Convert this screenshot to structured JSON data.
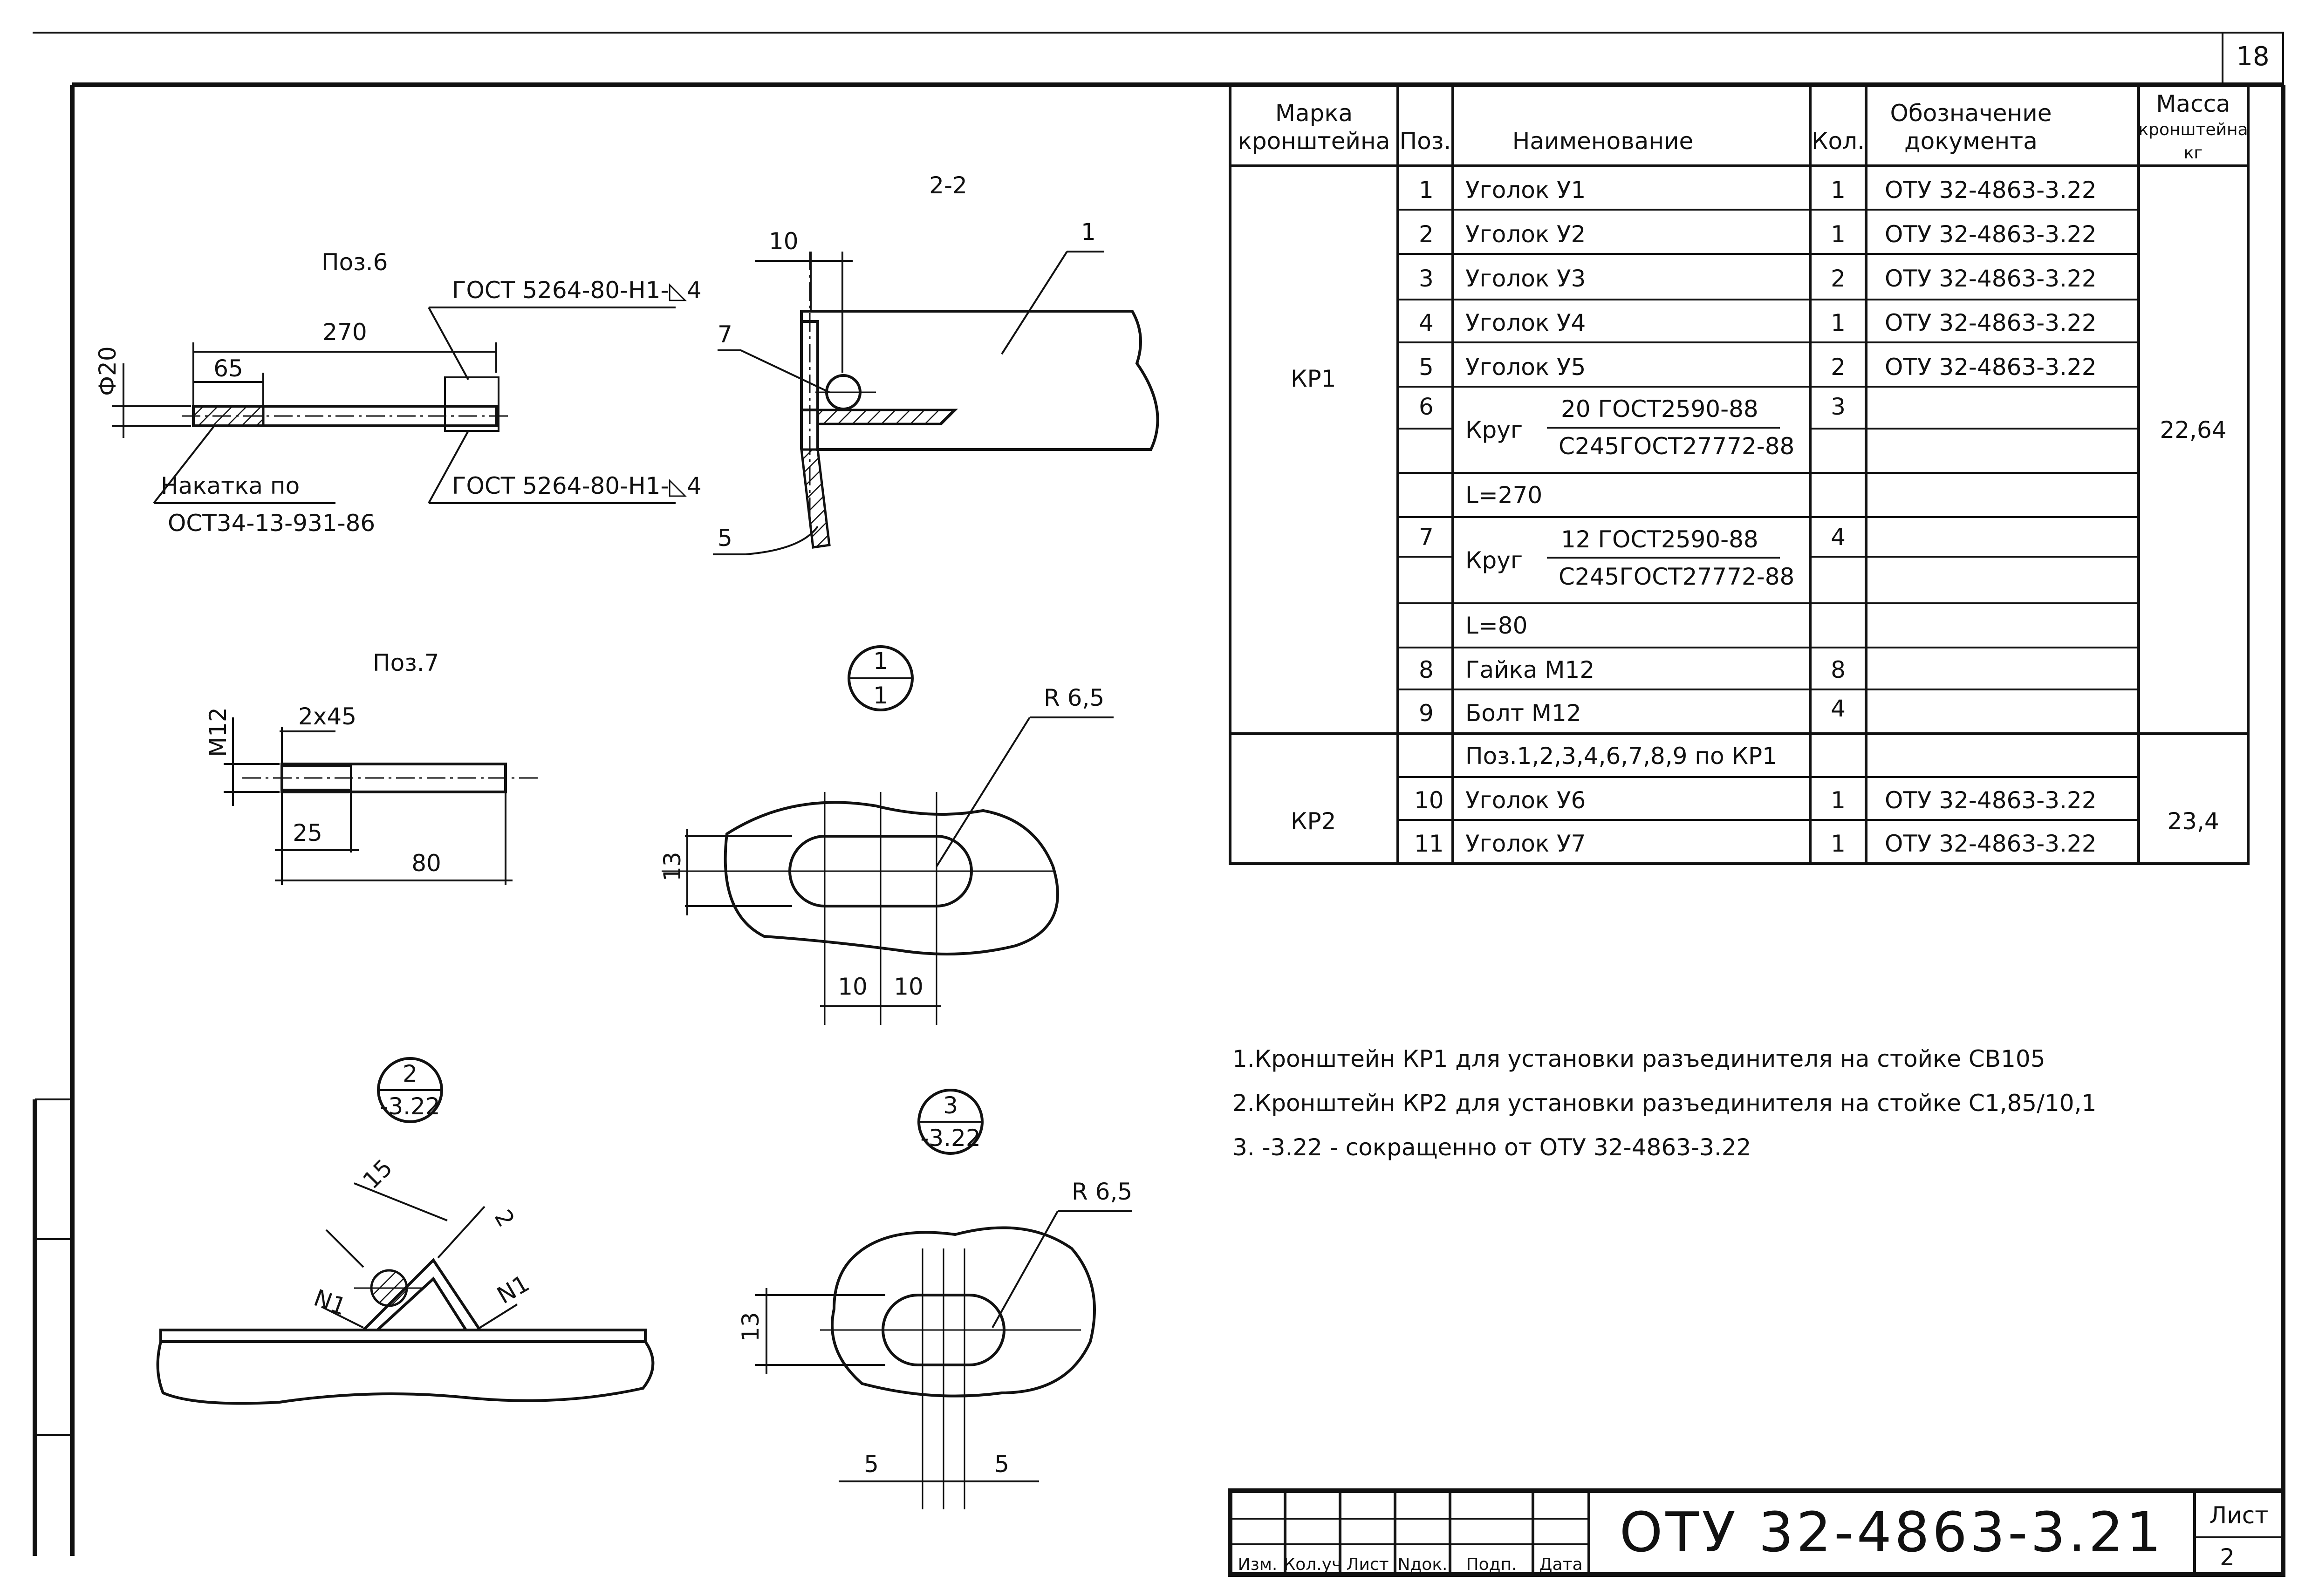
{
  "sheet_number_corner": "18",
  "drawings": {
    "pos6": {
      "title": "Поз.6",
      "dim_total": "270",
      "dim_knurl": "65",
      "dim_diameter": "Ф20",
      "weld_top": "ГОСТ 5264-80-Н1-◺4",
      "weld_bottom": "ГОСТ 5264-80-Н1-◺4",
      "note_line1": "Накатка по",
      "note_line2": "ОСТ34-13-931-86"
    },
    "section22": {
      "title": "2-2",
      "dim_top": "10",
      "callout_1": "1",
      "callout_7": "7",
      "callout_5": "5"
    },
    "pos7": {
      "title": "Поз.7",
      "dim_chamfer": "2х45",
      "dim_thread": "М12",
      "dim_thread_len": "25",
      "dim_total": "80"
    },
    "view1": {
      "bubble_top": "1",
      "bubble_bottom": "1",
      "radius": "R 6,5",
      "dim_height": "13",
      "dim_left": "10",
      "dim_right": "10"
    },
    "view2": {
      "bubble_top": "2",
      "bubble_bottom": "-3.22",
      "dim_leg": "15",
      "dim_weld": "2",
      "weld_left": "N1",
      "weld_right": "N1"
    },
    "view3": {
      "bubble_top": "3",
      "bubble_bottom": "-3.22",
      "radius": "R 6,5",
      "dim_height": "13",
      "dim_left": "5",
      "dim_right": "5"
    }
  },
  "spec_table": {
    "headers": {
      "mark": [
        "Марка",
        "кронштейна"
      ],
      "pos": "Поз.",
      "name": "Наименование",
      "qty": "Кол.",
      "doc": [
        "Обозначение",
        "документа"
      ],
      "mass": [
        "Масса",
        "кронштейна",
        "кг"
      ]
    },
    "groups": [
      {
        "mark": "КР1",
        "mass": "22,64"
      },
      {
        "mark": "КР2",
        "mass": "23,4"
      }
    ],
    "rows": [
      {
        "pos": "1",
        "name": "Уголок У1",
        "qty": "1",
        "doc": "ОТУ 32-4863-3.22"
      },
      {
        "pos": "2",
        "name": "Уголок У2",
        "qty": "1",
        "doc": "ОТУ 32-4863-3.22"
      },
      {
        "pos": "3",
        "name": "Уголок У3",
        "qty": "2",
        "doc": "ОТУ 32-4863-3.22"
      },
      {
        "pos": "4",
        "name": "Уголок У4",
        "qty": "1",
        "doc": "ОТУ 32-4863-3.22"
      },
      {
        "pos": "5",
        "name": "Уголок У5",
        "qty": "2",
        "doc": "ОТУ 32-4863-3.22"
      },
      {
        "pos": "6",
        "name": "Круг",
        "frac_top": "20 ГОСТ2590-88",
        "frac_bottom": "С245ГОСТ27772-88",
        "qty": "3",
        "doc": ""
      },
      {
        "pos": "",
        "name": "L=270",
        "qty": "",
        "doc": ""
      },
      {
        "pos": "7",
        "name": "Круг",
        "frac_top": "12 ГОСТ2590-88",
        "frac_bottom": "С245ГОСТ27772-88",
        "qty": "4",
        "doc": ""
      },
      {
        "pos": "",
        "name": "L=80",
        "qty": "",
        "doc": ""
      },
      {
        "pos": "8",
        "name": "Гайка М12",
        "qty": "8",
        "doc": ""
      },
      {
        "pos": "9",
        "name": "Болт М12",
        "qty": "4",
        "doc": ""
      },
      {
        "pos": "",
        "name": "Поз.1,2,3,4,6,7,8,9 по КР1",
        "qty": "",
        "doc": ""
      },
      {
        "pos": "10",
        "name": "Уголок У6",
        "qty": "1",
        "doc": "ОТУ 32-4863-3.22"
      },
      {
        "pos": "11",
        "name": "Уголок У7",
        "qty": "1",
        "doc": "ОТУ 32-4863-3.22"
      }
    ]
  },
  "notes": [
    "1.Кронштейн КР1 для установки разъединителя на стойке СВ105",
    "2.Кронштейн КР2 для установки разъединителя на стойке С1,85/10,1",
    "3. -3.22 - сокращенно от ОТУ 32-4863-3.22"
  ],
  "title_block": {
    "columns": [
      "Изм.",
      "Кол.уч",
      "Лист",
      "Nдок.",
      "Подп.",
      "Дата"
    ],
    "designation": "ОТУ 32-4863-3.21",
    "sheet_label": "Лист",
    "sheet_value": "2"
  }
}
